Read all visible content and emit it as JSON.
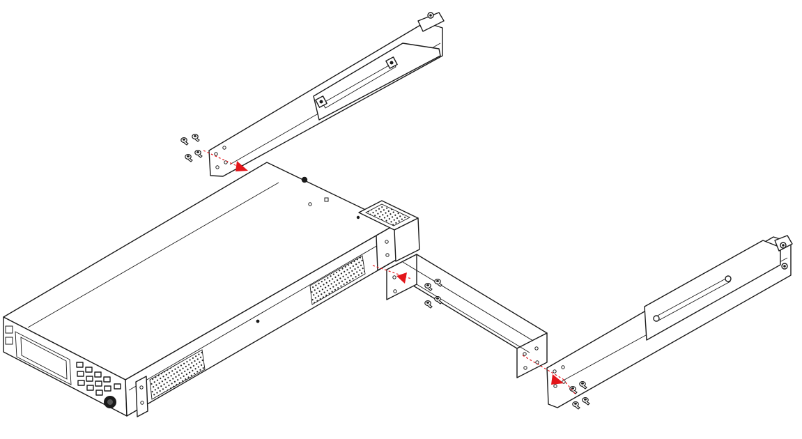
{
  "diagram": {
    "parts": [
      {
        "id": "instrument",
        "icon": "benchtop-instrument"
      },
      {
        "id": "rear-rail-top",
        "icon": "sliding-rack-rail"
      },
      {
        "id": "rear-rail-bottom",
        "icon": "sliding-rack-rail"
      },
      {
        "id": "rear-support-bracket",
        "icon": "rear-support-bracket"
      },
      {
        "id": "screw-set-top",
        "icon": "mounting-screws",
        "count": 4
      },
      {
        "id": "screw-set-bracket",
        "icon": "mounting-screws",
        "count": 4
      },
      {
        "id": "screw-set-bottom",
        "icon": "mounting-screws",
        "count": 4
      }
    ],
    "arrows": [
      {
        "from": "screw-set-top",
        "to": "rear-rail-top"
      },
      {
        "from": "instrument",
        "to": "rear-support-bracket"
      },
      {
        "from": "screw-set-bottom",
        "to": "rear-rail-bottom"
      }
    ]
  },
  "colors": {
    "line": "#1a1a1a",
    "background": "#ffffff",
    "arrow": "#e3151a",
    "arrow_dash": "#e3151a"
  }
}
